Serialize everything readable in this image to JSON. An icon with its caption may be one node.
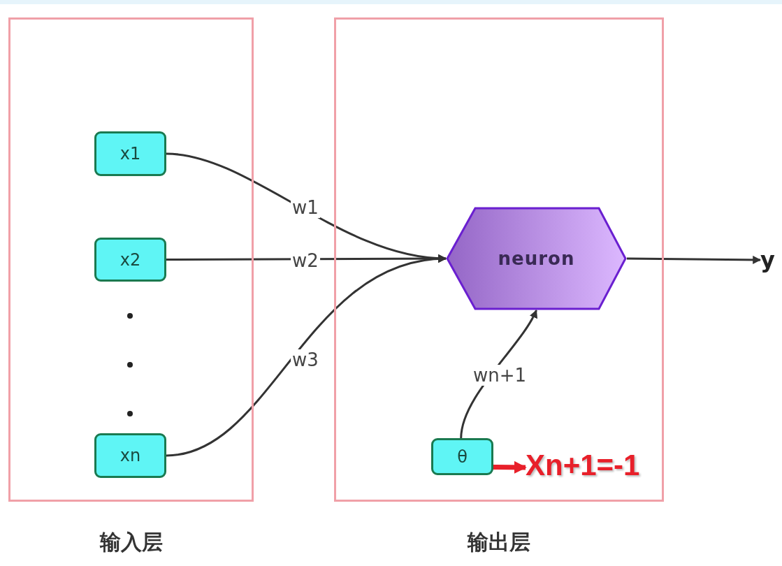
{
  "diagram": {
    "nodes": [
      {
        "text": [
          "输入层"
        ]
      },
      {
        "text": [
          "输出层"
        ]
      },
      {
        "text": [
          "x1"
        ],
        "in": 0
      },
      {
        "text": [
          "x2"
        ],
        "in": 0
      },
      {
        "text": [
          "xn"
        ],
        "in": 0
      },
      {
        "text": [
          "neuron"
        ],
        "in": 1
      },
      {
        "text": [
          "θ"
        ],
        "in": 1
      },
      {
        "text": [
          "y"
        ]
      },
      {
        "text": [
          "Xn+1=-1"
        ],
        "in": 1
      }
    ],
    "edges": [
      {
        "from": 2,
        "to": 5,
        "arrow": "to",
        "label": "w1"
      },
      {
        "from": 3,
        "to": 5,
        "arrow": "to",
        "label": "w2"
      },
      {
        "from": 4,
        "to": 5,
        "arrow": "to",
        "label": "w3"
      },
      {
        "from": 6,
        "to": 5,
        "arrow": "to",
        "label": "wn+1"
      },
      {
        "from": 5,
        "to": 7,
        "arrow": "to"
      },
      {
        "from": 6,
        "to": 8,
        "arrow": "to",
        "style": "thick",
        "color": "#e8202a"
      }
    ]
  }
}
